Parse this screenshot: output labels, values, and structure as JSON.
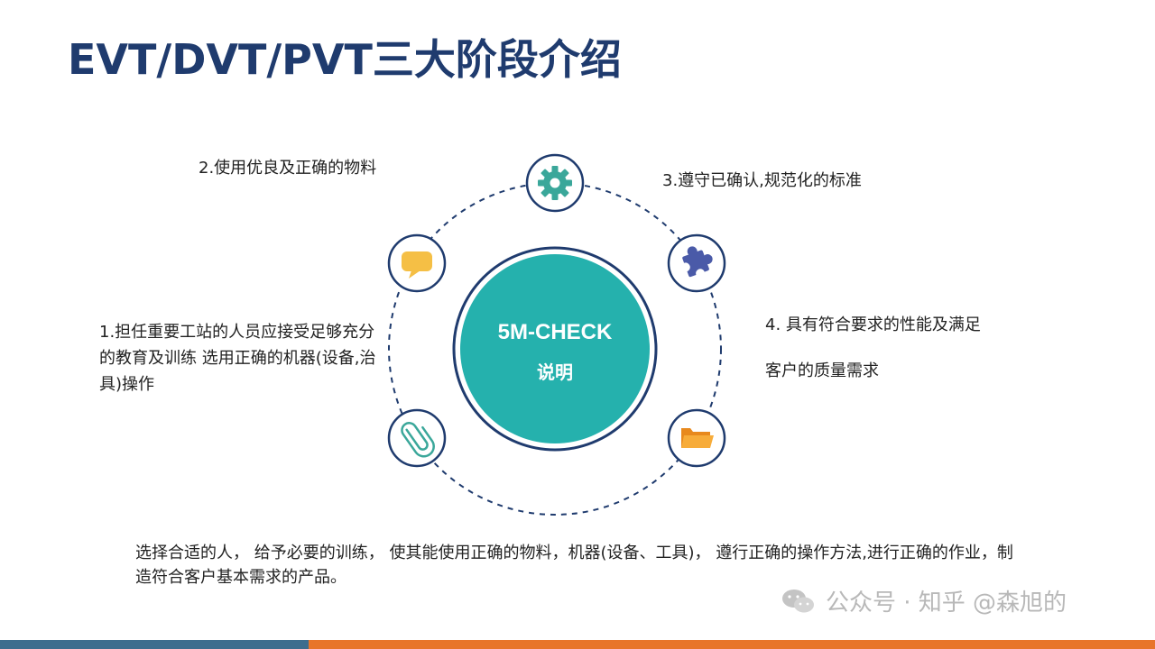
{
  "title": "EVT/DVT/PVT三大阶段介绍",
  "center": {
    "title": "5M-CHECK",
    "subtitle": "说明"
  },
  "nodes": [
    {
      "id": "gear",
      "icon": "gear-icon",
      "color": "#3aa79a"
    },
    {
      "id": "puzzle",
      "icon": "puzzle-icon",
      "color": "#4a5aa8"
    },
    {
      "id": "folder",
      "icon": "folder-icon",
      "color": "#f29a1f"
    },
    {
      "id": "paperclip",
      "icon": "paperclip-icon",
      "color": "#3aa79a"
    },
    {
      "id": "chat",
      "icon": "chat-icon",
      "color": "#f5bf45"
    }
  ],
  "labels": {
    "item1": "1.担任重要工站的人员应接受足够充分的教育及训练 选用正确的机器(设备,治具)操作",
    "item2": "2.使用优良及正确的物料",
    "item3": "3.遵守已确认,规范化的标准",
    "item4_line1": "4. 具有符合要求的性能及满足",
    "item4_line2": "客户的质量需求"
  },
  "summary": "选择合适的人， 给予必要的训练， 使其能使用正确的物料，机器(设备、工具)，  遵行正确的操作方法,进行正确的作业，制造符合客户基本需求的产品。",
  "watermark": "公众号 · 知乎 @森旭的",
  "colors": {
    "title": "#1f3b6e",
    "teal": "#25b1ad",
    "navy": "#1f3b6e",
    "footer_blue": "#3d6d8e",
    "footer_orange": "#e8752a"
  }
}
